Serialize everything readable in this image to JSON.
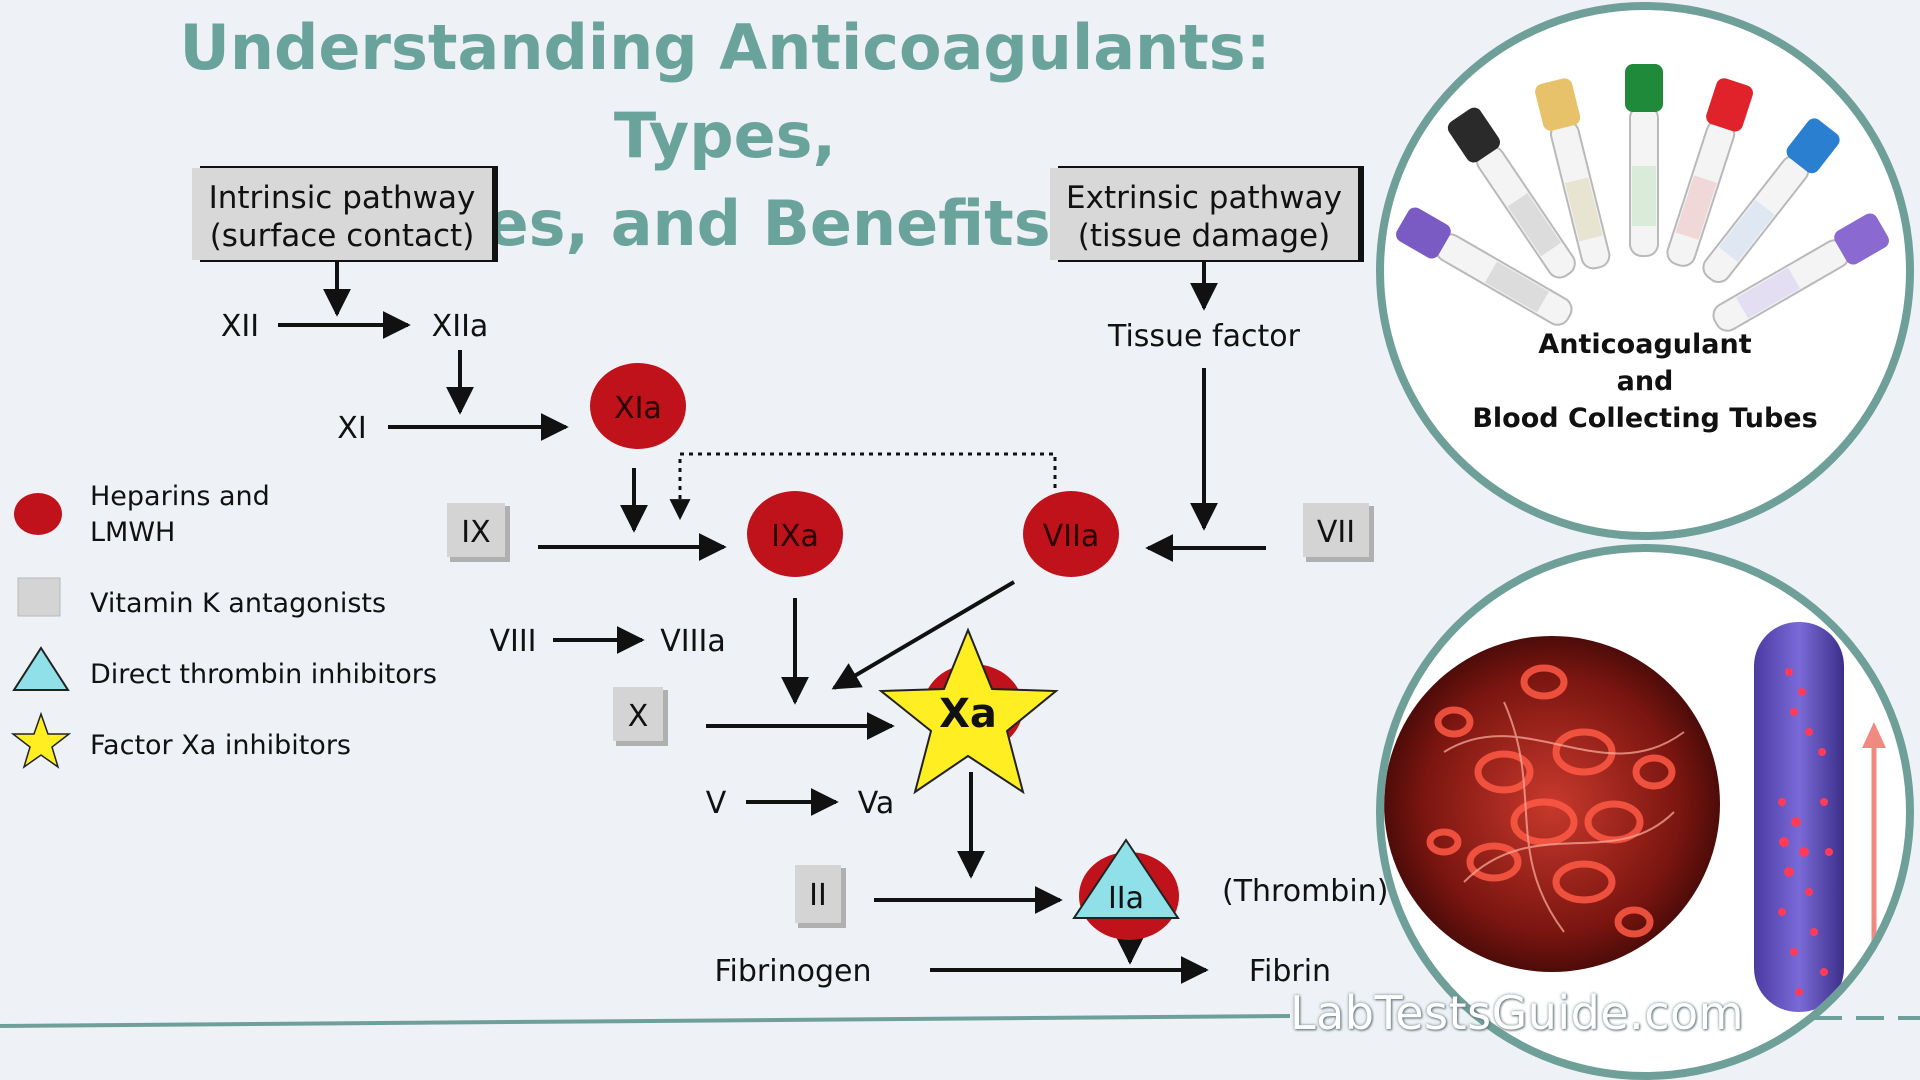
{
  "title": {
    "line1": "Understanding Anticoagulants: Types,",
    "line2": "Uses, and Benefits"
  },
  "colors": {
    "accent": "#6aa39c",
    "heparin_red": "#c0121a",
    "vitk_gray": "#d4d4d4",
    "thrombin_cyan": "#8fe0e8",
    "xa_yellow": "#ffee22"
  },
  "pathways": {
    "intrinsic": {
      "line1": "Intrinsic pathway",
      "line2": "(surface contact)"
    },
    "extrinsic": {
      "line1": "Extrinsic pathway",
      "line2": "(tissue damage)"
    }
  },
  "factors": {
    "xii": "XII",
    "xiia": "XIIa",
    "xi": "XI",
    "xia": "XIa",
    "ix": "IX",
    "ixa": "IXa",
    "viia": "VIIa",
    "vii": "VII",
    "tissue_factor": "Tissue factor",
    "viii": "VIII",
    "viiia": "VIIIa",
    "x": "X",
    "xa": "Xa",
    "v": "V",
    "va": "Va",
    "ii": "II",
    "iia": "IIa",
    "thrombin": "(Thrombin)",
    "fibrinogen": "Fibrinogen",
    "fibrin": "Fibrin"
  },
  "legend": {
    "heparins_line1": "Heparins and",
    "heparins_line2": "LMWH",
    "vitamin_k": "Vitamin K antagonists",
    "direct_thrombin": "Direct thrombin inhibitors",
    "factor_xa": "Factor Xa inhibitors"
  },
  "tubes_panel": {
    "caption_line1": "Anticoagulant",
    "caption_line2": "and",
    "caption_line3": "Blood Collecting Tubes",
    "tube_cap_colors": [
      "#7a5bc4",
      "#2a2a2a",
      "#e8c26a",
      "#1f8a3a",
      "#e0222a",
      "#2a7fd0",
      "#8a6ad0"
    ]
  },
  "watermark": "LabTestsGuide.com"
}
